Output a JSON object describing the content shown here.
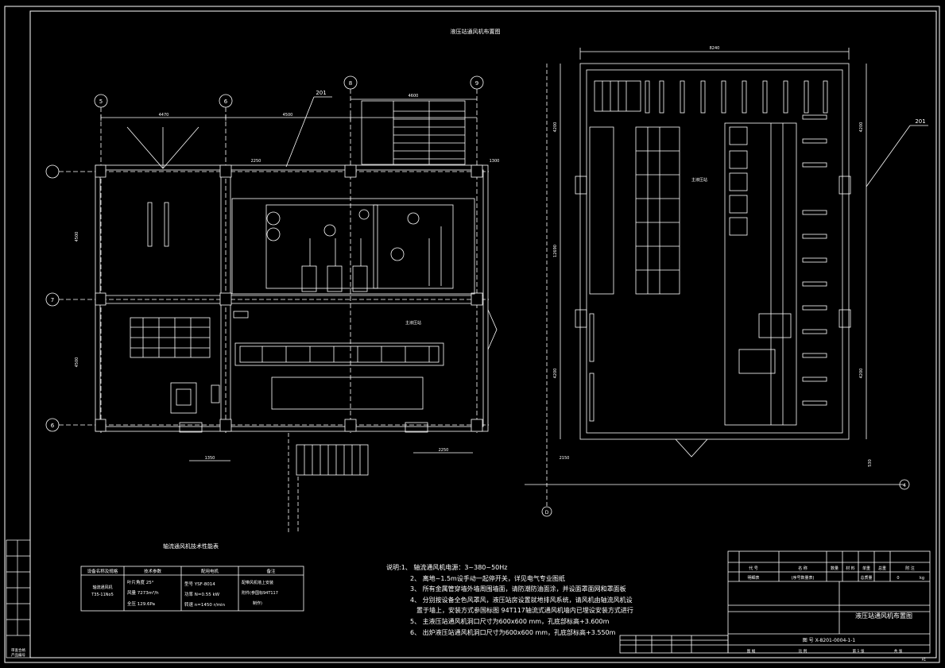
{
  "drawing": {
    "title": "液压站通风机布置图",
    "leader_label": "201",
    "plan_left": {
      "axis_labels": [
        "5",
        "6",
        "8",
        "9",
        "7",
        "6"
      ],
      "dims_top": [
        "4470",
        "4500",
        "4600"
      ],
      "dims_side": [
        "4500",
        "4500"
      ],
      "dims_inner": [
        "2250",
        "1300"
      ],
      "dims_bottom": [
        "1350",
        "2250"
      ],
      "room_text": "主液压站"
    },
    "plan_right": {
      "dims_top": [
        "8240"
      ],
      "dims_side_left": [
        "4200",
        "12690",
        "4200"
      ],
      "dims_side_right": [
        "4200",
        "4200"
      ],
      "dims_bottom": [
        "2150",
        "530"
      ],
      "axis_labels": [
        "D",
        "4"
      ],
      "room_text": "主液压站"
    },
    "spec_table": {
      "title": "轴流通风机技术性能表",
      "headers": [
        "设备名称及规格",
        "技术参数",
        "配用电机",
        "备注"
      ],
      "row": {
        "name": [
          "轴流通风机",
          "T35-11No5"
        ],
        "params": [
          "叶片角度 25°",
          "风量 7273m³/h",
          "全压 129.6Pa"
        ],
        "motor": [
          "型号 YSF-8014",
          "功率 N=0.55 kW",
          "转速 n=1450 r/min"
        ],
        "remark": [
          "配带风机墙上安装",
          "附件(参国标94T117",
          "制作)"
        ]
      }
    },
    "notes": [
      "说明:1、 轴流通风机电源：3~380~50Hz",
      "2、 离地~1.5m设手动一起停开关，详见电气专业图纸",
      "3、 所有金属管穿墙外墙周围墙面，请防潮防油面涂，并设面罩面网和罩面板",
      "4、 分别按设备全色风罩风，液压站房设置就地排风系统，请风机由轴流风机设",
      "置于墙上，安装方式参国标图 94T117轴流式通风机墙内已埋设安装方式进行",
      "5、 主液压站通风机洞口尺寸为600x600 mm，孔底部标高+3.600m",
      "6、 出炉液压站通风机洞口尺寸为600x600 mm，孔底部标高+3.550m"
    ],
    "title_block": {
      "title": "液压站通风机布置图",
      "drawing_no": "图 号 X-8201-0004-1-1",
      "unit": "kg",
      "weight": "0",
      "fields": [
        "代 号",
        "名 称",
        "数量",
        "材 料",
        "单重",
        "总重",
        "附 注"
      ],
      "bottom_labels": [
        "图 幅",
        "比 例",
        "第 1 张",
        "共 张"
      ],
      "misc": [
        "总质量",
        "明细表",
        "(序号数量表)"
      ]
    },
    "side_tag": [
      "审查合格",
      "产品编号"
    ],
    "corner_label": "A1"
  }
}
